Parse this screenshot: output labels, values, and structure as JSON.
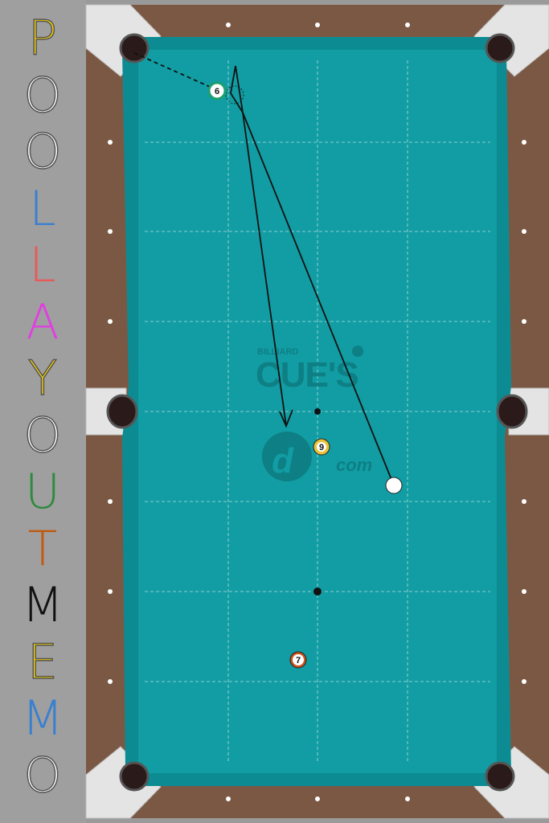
{
  "title_letters": [
    {
      "char": "P",
      "color": "#f5d000"
    },
    {
      "char": "O",
      "color": "#ffffff"
    },
    {
      "char": "O",
      "color": "#ffffff"
    },
    {
      "char": "L",
      "color": "#3a7fd0"
    },
    {
      "char": "L",
      "color": "#e85a5a"
    },
    {
      "char": "A",
      "color": "#e040e0"
    },
    {
      "char": "Y",
      "color": "#f5d000"
    },
    {
      "char": "O",
      "color": "#ffffff"
    },
    {
      "char": "U",
      "color": "#2e8a3e"
    },
    {
      "char": "T",
      "color": "#c05a10"
    },
    {
      "char": "M",
      "color": "#111111"
    },
    {
      "char": "E",
      "color": "#f5d000"
    },
    {
      "char": "M",
      "color": "#3a7fd0"
    },
    {
      "char": "O",
      "color": "#ffffff"
    }
  ],
  "watermark": {
    "small": "BILLIARD",
    "big": "CUE'S",
    "dotcom": "com"
  },
  "balls": {
    "six": {
      "number": "6",
      "color": "#1e9e6e"
    },
    "nine": {
      "number": "9",
      "color": "#e8c23a"
    },
    "seven": {
      "number": "7",
      "color": "#c8541e"
    }
  },
  "colors": {
    "cloth": "#119da3",
    "rail": "#7b5844",
    "pocket_cup": "#e8e8e8",
    "pocket": "#2a1a1a"
  }
}
